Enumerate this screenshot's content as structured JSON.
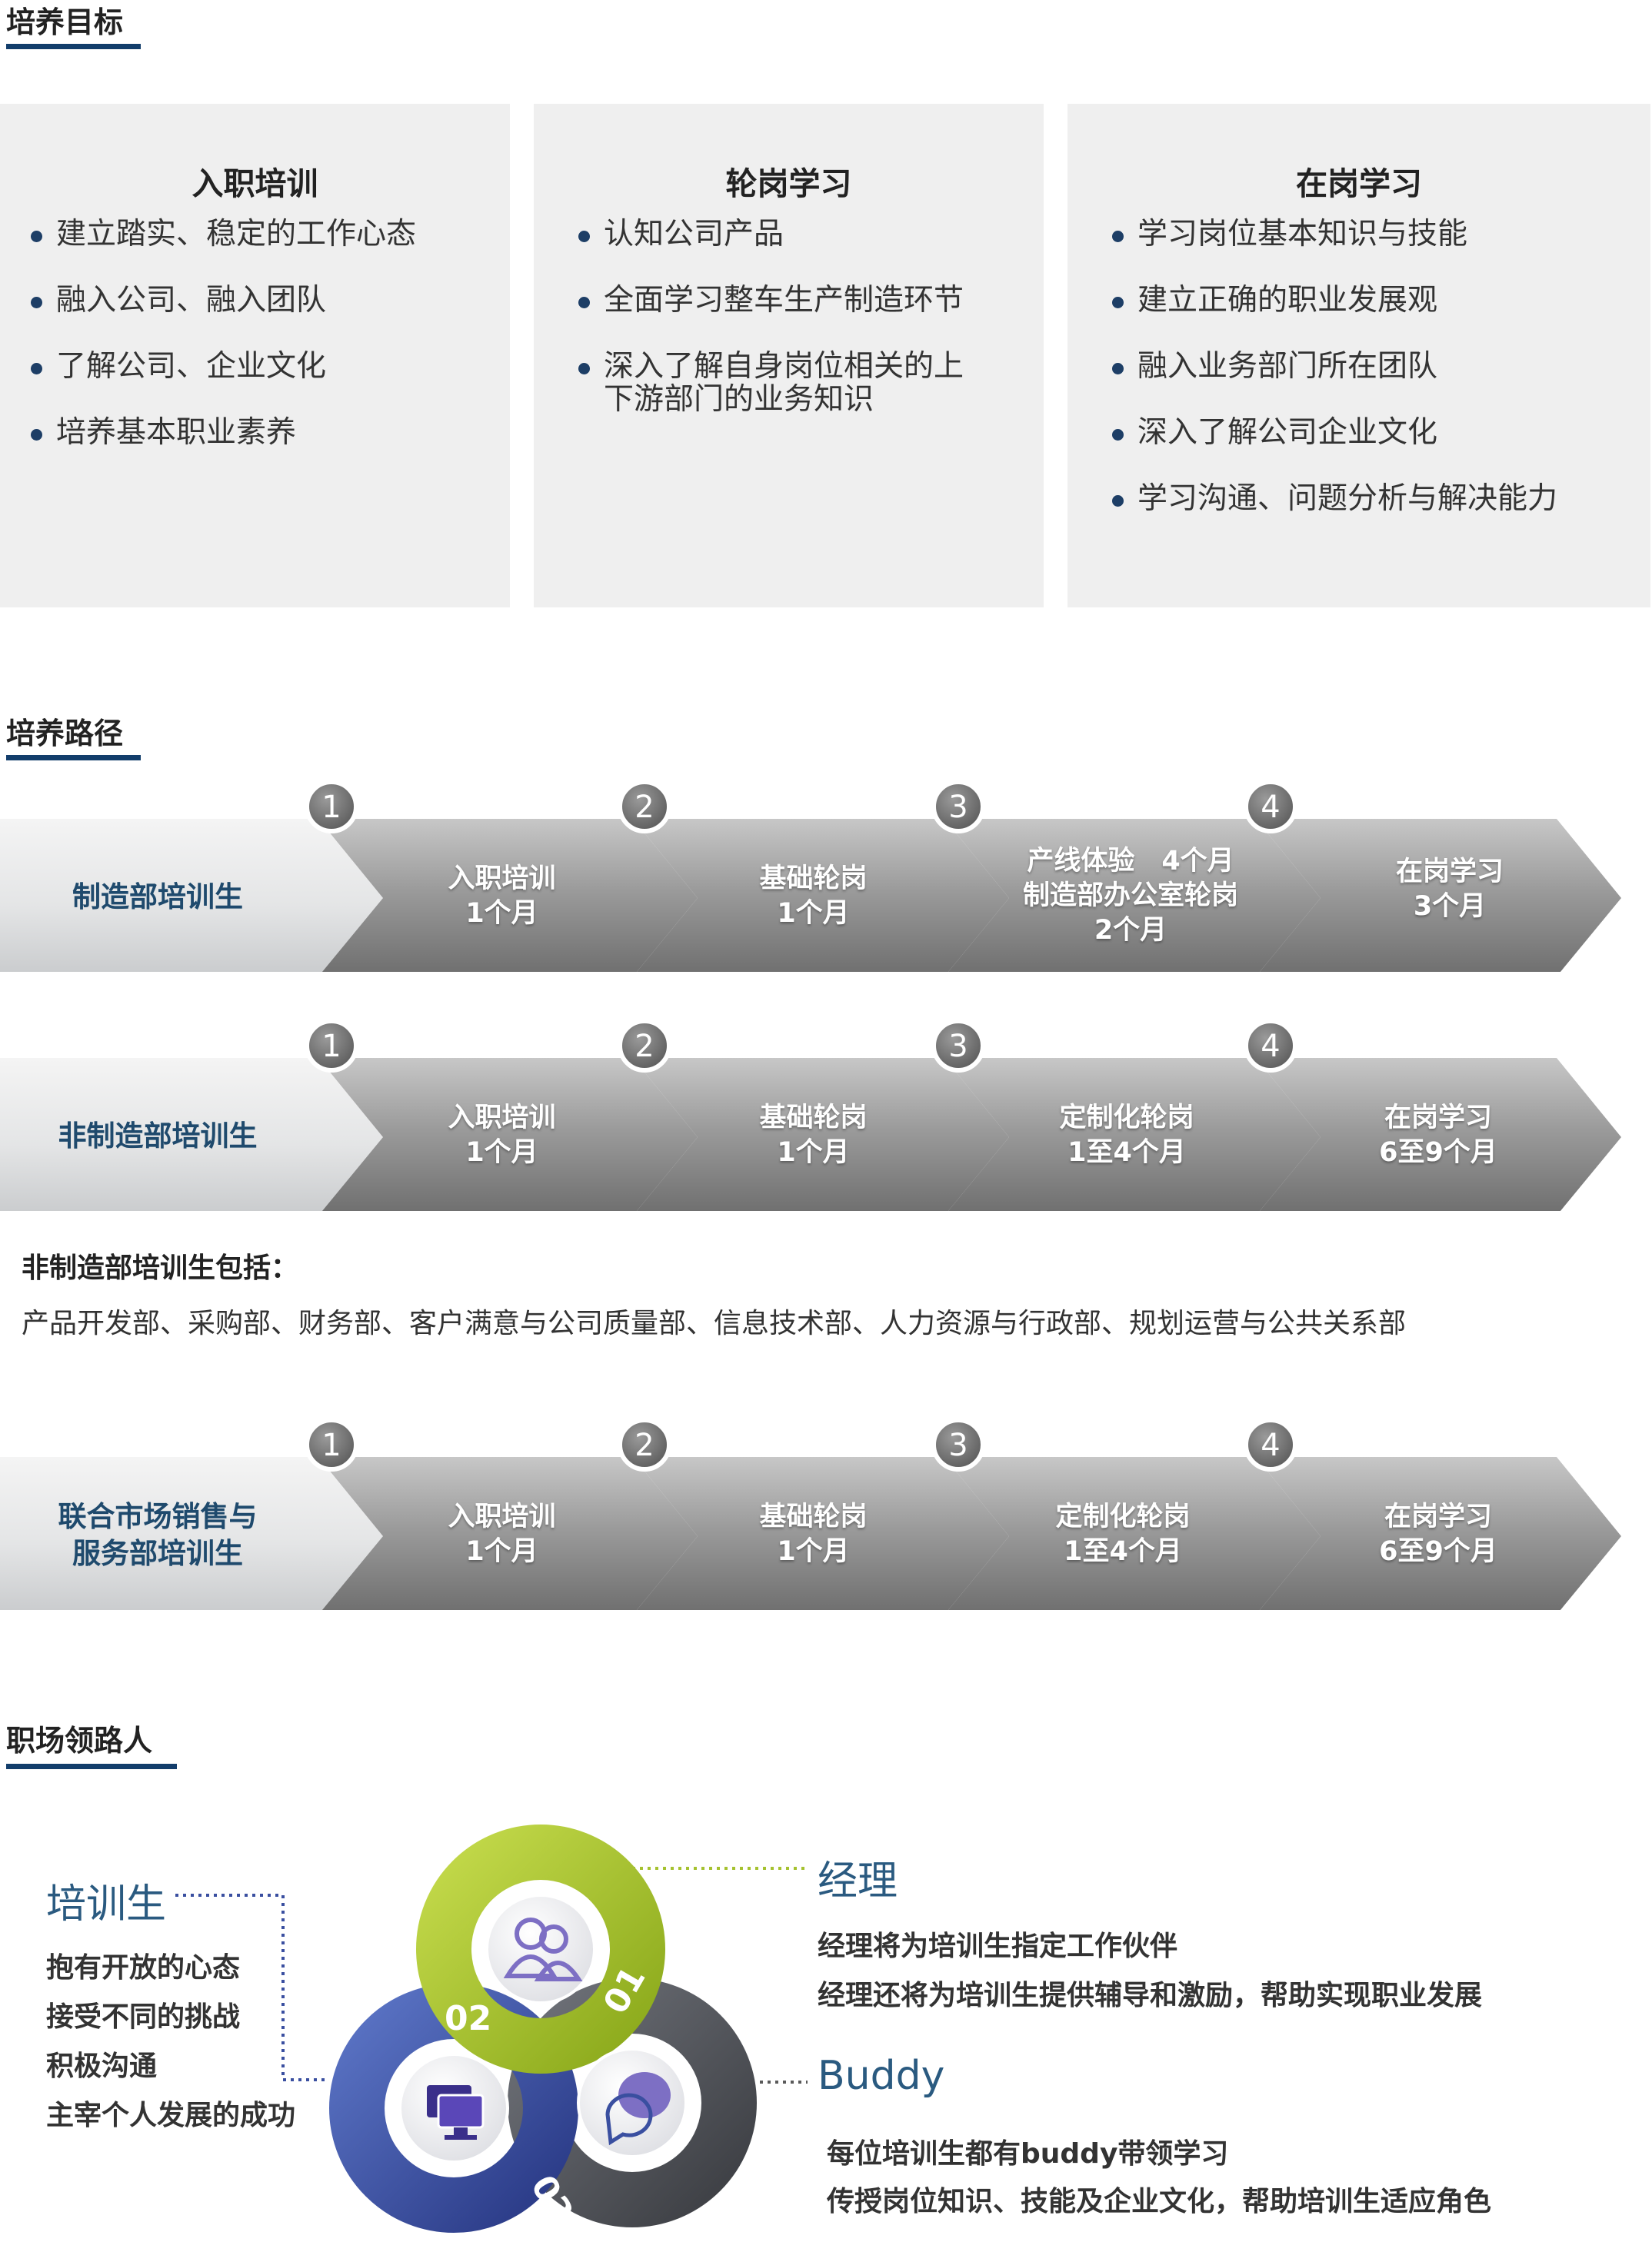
{
  "sections": {
    "goals": "培养目标",
    "path": "培养路径",
    "leaders": "职场领路人"
  },
  "goals": [
    {
      "title": "入职培训",
      "items": [
        "建立踏实、稳定的工作心态",
        "融入公司、融入团队",
        "了解公司、企业文化",
        "培养基本职业素养"
      ]
    },
    {
      "title": "轮岗学习",
      "items": [
        "认知公司产品",
        "全面学习整车生产制造环节",
        "深入了解自身岗位相关的上\n下游部门的业务知识"
      ]
    },
    {
      "title": "在岗学习",
      "items": [
        "学习岗位基本知识与技能",
        "建立正确的职业发展观",
        "融入业务部门所在团队",
        "深入了解公司企业文化",
        "学习沟通、问题分析与解决能力"
      ]
    }
  ],
  "paths": [
    {
      "start": [
        "制造部培训生"
      ],
      "stages": [
        {
          "num": "1",
          "lines": [
            "入职培训",
            "1个月"
          ]
        },
        {
          "num": "2",
          "lines": [
            "基础轮岗",
            "1个月"
          ]
        },
        {
          "num": "3",
          "lines": [
            "产线体验　4个月",
            "制造部办公室轮岗",
            "2个月"
          ]
        },
        {
          "num": "4",
          "lines": [
            "在岗学习",
            "3个月"
          ]
        }
      ]
    },
    {
      "start": [
        "非制造部培训生"
      ],
      "stages": [
        {
          "num": "1",
          "lines": [
            "入职培训",
            "1个月"
          ]
        },
        {
          "num": "2",
          "lines": [
            "基础轮岗",
            "1个月"
          ]
        },
        {
          "num": "3",
          "lines": [
            "定制化轮岗",
            "1至4个月"
          ]
        },
        {
          "num": "4",
          "lines": [
            "在岗学习",
            "6至9个月"
          ]
        }
      ]
    },
    {
      "start": [
        "联合市场销售与",
        "服务部培训生"
      ],
      "stages": [
        {
          "num": "1",
          "lines": [
            "入职培训",
            "1个月"
          ]
        },
        {
          "num": "2",
          "lines": [
            "基础轮岗",
            "1个月"
          ]
        },
        {
          "num": "3",
          "lines": [
            "定制化轮岗",
            "1至4个月"
          ]
        },
        {
          "num": "4",
          "lines": [
            "在岗学习",
            "6至9个月"
          ]
        }
      ]
    }
  ],
  "note": {
    "title": "非制造部培训生包括：",
    "text": "产品开发部、采购部、财务部、客户满意与公司质量部、信息技术部、人力资源与行政部、规划运营与公共关系部"
  },
  "leaders": {
    "trainee": {
      "title": "培训生",
      "items": [
        "抱有开放的心态",
        "接受不同的挑战",
        "积极沟通",
        "主宰个人发展的成功"
      ]
    },
    "manager": {
      "title": "经理",
      "items": [
        "经理将为培训生指定工作伙伴",
        "经理还将为培训生提供辅导和激励，帮助实现职业发展"
      ]
    },
    "buddy": {
      "title": "Buddy",
      "items": [
        "每位培训生都有buddy带领学习",
        "传授岗位知识、技能及企业文化，帮助培训生适应角色"
      ]
    },
    "ring": [
      "01",
      "02",
      "03"
    ],
    "icons": [
      "people-icon",
      "computer-icon",
      "chat-icon"
    ],
    "colors": {
      "green": "#a5c22f",
      "blue": "#3a4fa0",
      "gray": "#55585e",
      "accent": "#123d6b"
    }
  }
}
